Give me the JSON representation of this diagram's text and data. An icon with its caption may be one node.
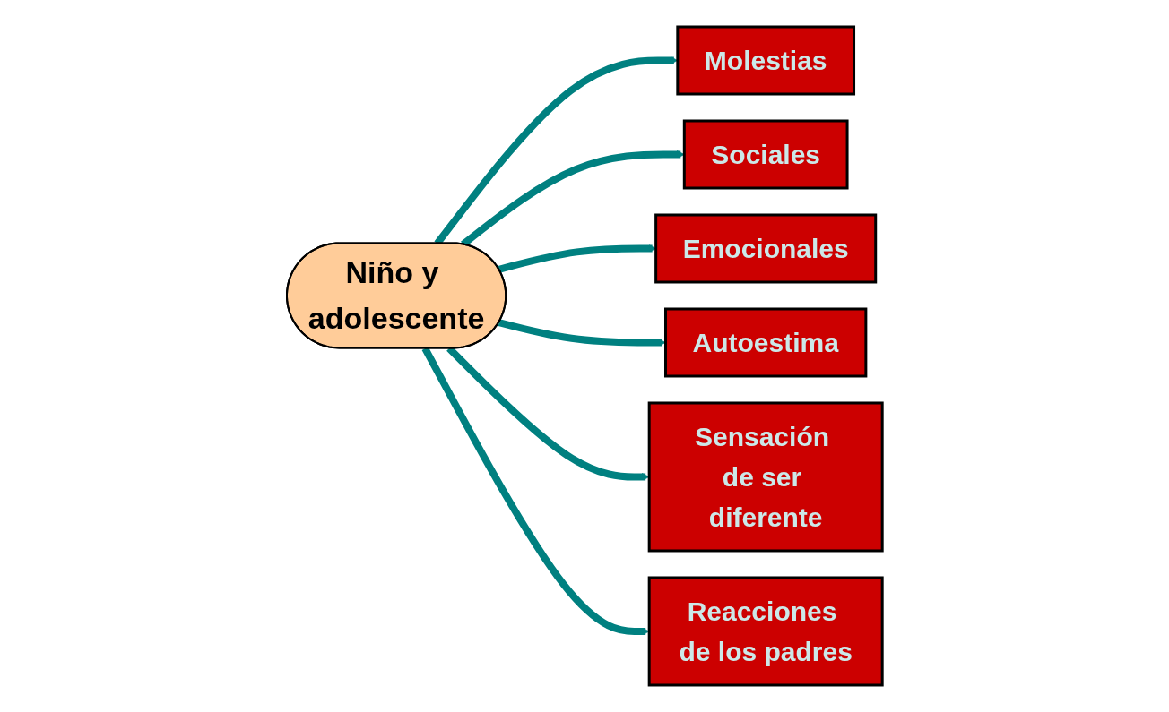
{
  "diagram": {
    "nodes": [
      {
        "text": [
          "Niño y adolescente"
        ]
      },
      {
        "text": [
          "Molestias"
        ]
      },
      {
        "text": [
          "Sociales"
        ]
      },
      {
        "text": [
          "Emocionales"
        ]
      },
      {
        "text": [
          "Autoestima"
        ]
      },
      {
        "text": [
          "Sensación de ser diferente"
        ]
      },
      {
        "text": [
          "Reacciones de los padres"
        ]
      }
    ],
    "edges": [
      {
        "from": 0,
        "to": 1,
        "arrow": "to"
      },
      {
        "from": 0,
        "to": 2,
        "arrow": "to"
      },
      {
        "from": 0,
        "to": 3,
        "arrow": "to"
      },
      {
        "from": 0,
        "to": 4,
        "arrow": "to"
      },
      {
        "from": 0,
        "to": 5,
        "arrow": "to"
      },
      {
        "from": 0,
        "to": 6,
        "arrow": "to"
      }
    ]
  }
}
